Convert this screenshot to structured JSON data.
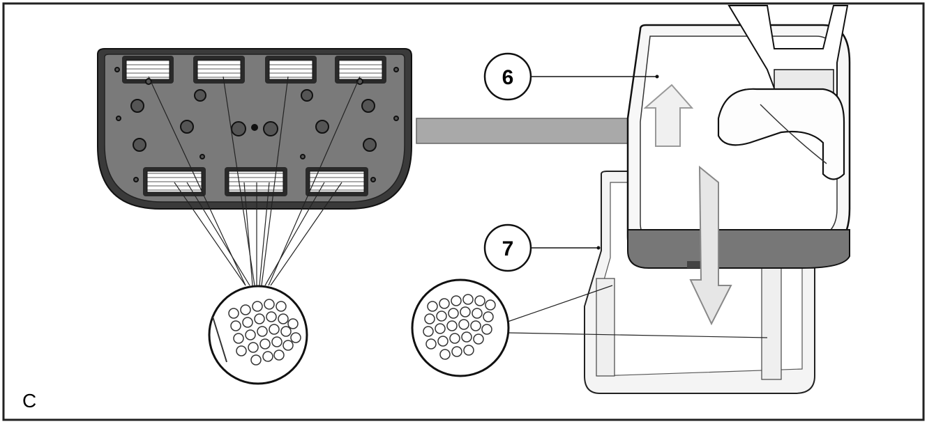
{
  "diagram": {
    "panel_label": "C",
    "callouts": [
      {
        "id": "callout-6",
        "label": "6"
      },
      {
        "id": "callout-7",
        "label": "7"
      }
    ]
  }
}
